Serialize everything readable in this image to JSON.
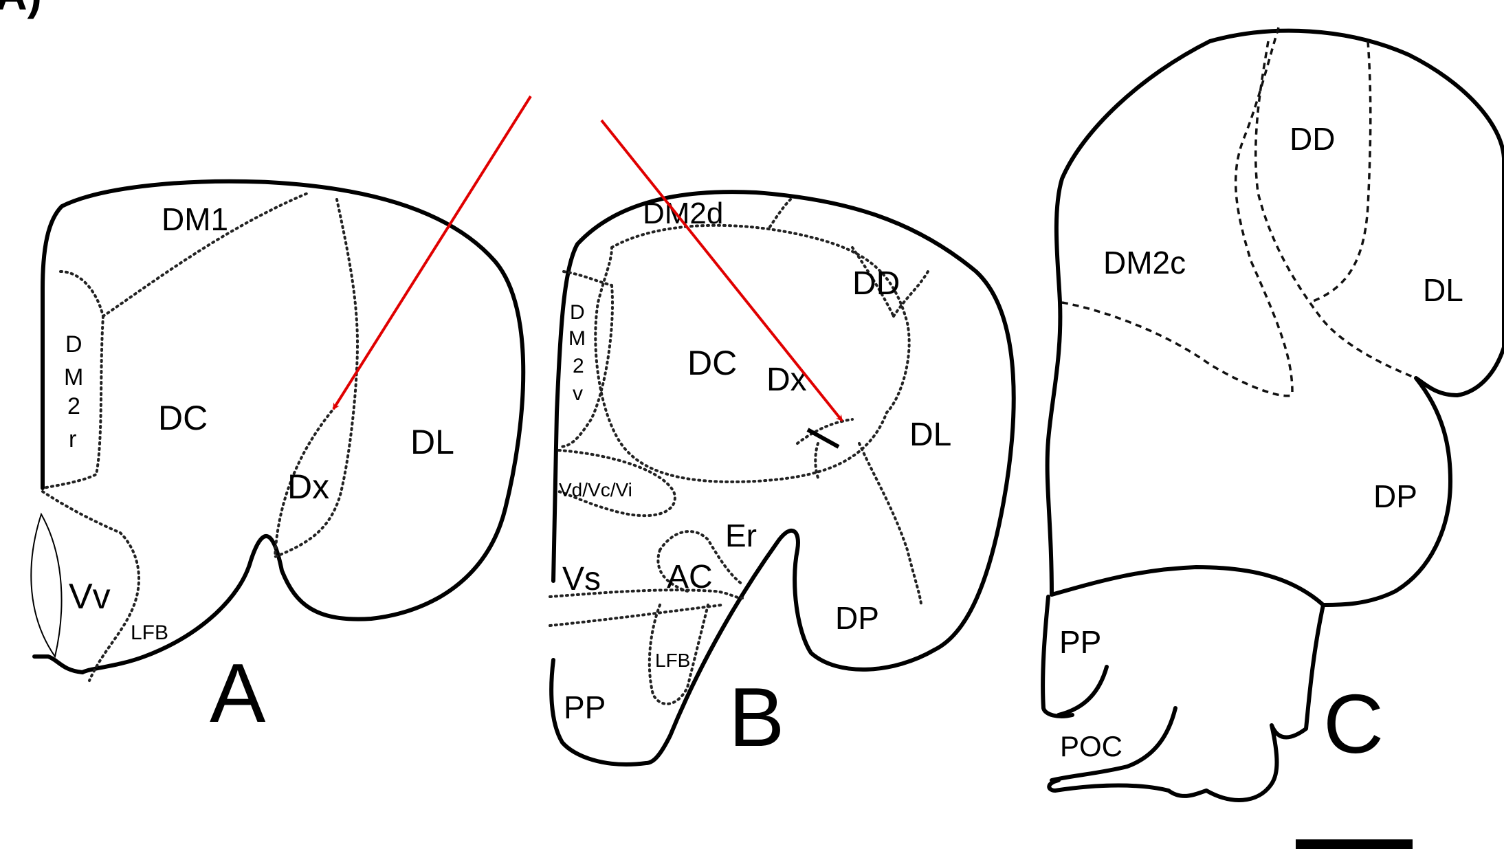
{
  "corner_label": "(A)",
  "panels": {
    "A": {
      "letter": "A",
      "regions": [
        "DM1",
        "D",
        "M",
        "2",
        "r",
        "DC",
        "Dx",
        "DL",
        "Vv",
        "LFB"
      ]
    },
    "B": {
      "letter": "B",
      "regions": [
        "DM2d",
        "DD",
        "D",
        "M",
        "2",
        "v",
        "DC",
        "Dx",
        "DL",
        "Vd/Vc/Vi",
        "Er",
        "Vs",
        "AC",
        "LFB",
        "DP",
        "PP"
      ]
    },
    "C": {
      "letter": "C",
      "regions": [
        "DD",
        "DM2c",
        "DL",
        "DP",
        "PP",
        "POC"
      ]
    }
  },
  "colors": {
    "outline": "#000000",
    "arrow": "#e00000"
  }
}
